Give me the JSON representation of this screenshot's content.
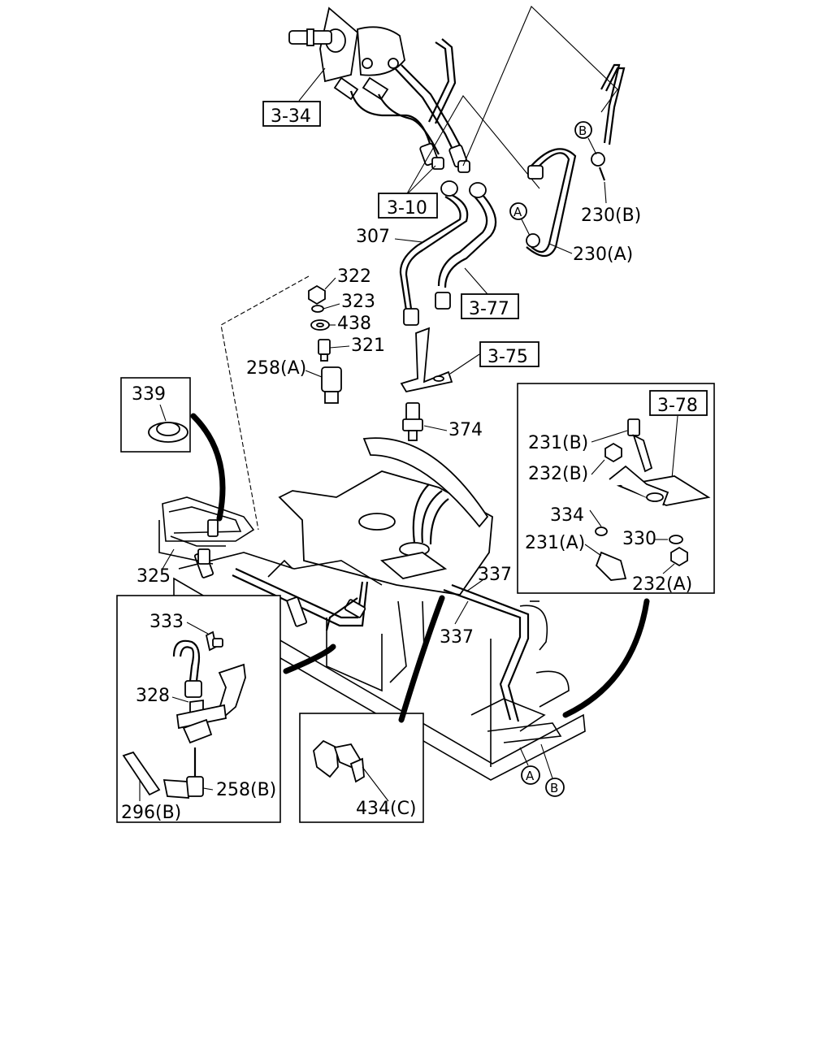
{
  "references": {
    "r_3_34": "3-34",
    "r_3_10": "3-10",
    "r_3_77": "3-77",
    "r_3_75": "3-75",
    "r_3_78": "3-78"
  },
  "parts": {
    "p230b": "230(B)",
    "p230a": "230(A)",
    "p307": "307",
    "p322": "322",
    "p323": "323",
    "p438": "438",
    "p321": "321",
    "p258a": "258(A)",
    "p374": "374",
    "p339": "339",
    "p325": "325",
    "p231b": "231(B)",
    "p232b": "232(B)",
    "p334": "334",
    "p231a": "231(A)",
    "p330": "330",
    "p232a": "232(A)",
    "p337a": "337",
    "p337b": "337",
    "p333": "333",
    "p328": "328",
    "p296b": "296(B)",
    "p258b": "258(B)",
    "p434c": "434(C)"
  },
  "markers": {
    "a": "A",
    "b": "B"
  }
}
